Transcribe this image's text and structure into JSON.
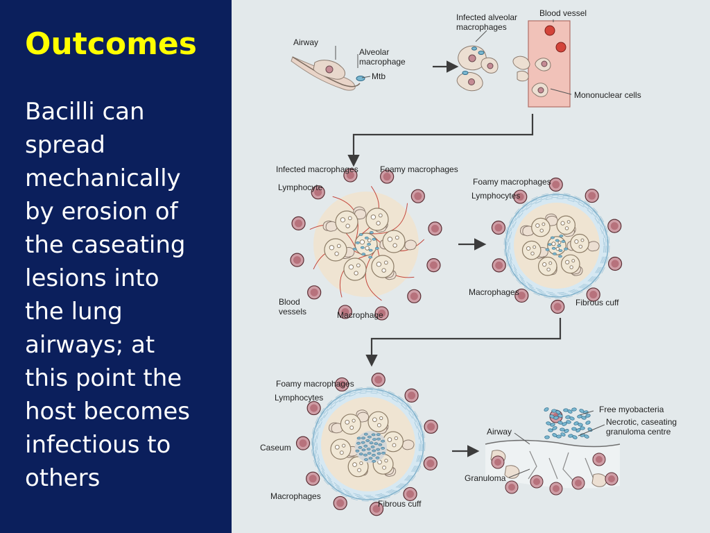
{
  "slide": {
    "title": "Outcomes",
    "body_lines": [
      "Bacilli can",
      "spread",
      "mechanically",
      "by erosion of",
      "the caseating",
      "lesions into",
      "the lung",
      "airways; at",
      "this point the",
      "host becomes",
      "infectious to",
      "others"
    ]
  },
  "diagram": {
    "stage1": {
      "airway": "Airway",
      "alveolar_macrophage_1": "Alveolar",
      "alveolar_macrophage_2": "macrophage",
      "mtb": "Mtb",
      "infected_1": "Infected alveolar",
      "infected_2": "macrophages",
      "blood_vessel": "Blood vessel",
      "mononuclear": "Mononuclear cells"
    },
    "stage2": {
      "infected_macrophages": "Infected macrophages",
      "foamy_macrophages": "Foamy macrophages",
      "lymphocyte": "Lymphocyte",
      "blood_1": "Blood",
      "blood_2": "vessels",
      "macrophage": "Macrophage"
    },
    "stage3": {
      "foamy_macrophages": "Foamy macrophages",
      "lymphocytes": "Lymphocytes",
      "macrophages": "Macrophages",
      "fibrous_cuff": "Fibrous cuff"
    },
    "stage4": {
      "foamy_macrophages": "Foamy macrophages",
      "lymphocytes": "Lymphocytes",
      "caseum": "Caseum",
      "macrophages": "Macrophages",
      "fibrous_cuff": "Fibrous cuff"
    },
    "stage5": {
      "free_myobacteria": "Free myobacteria",
      "necrotic_1": "Necrotic, caseating",
      "necrotic_2": "granuloma centre",
      "airway": "Airway",
      "granuloma": "Granuloma"
    }
  },
  "colors": {
    "panel_bg": "#0b1f5c",
    "title": "#ffff00",
    "body_text": "#ffffff",
    "diagram_bg": "#e3e9eb"
  }
}
